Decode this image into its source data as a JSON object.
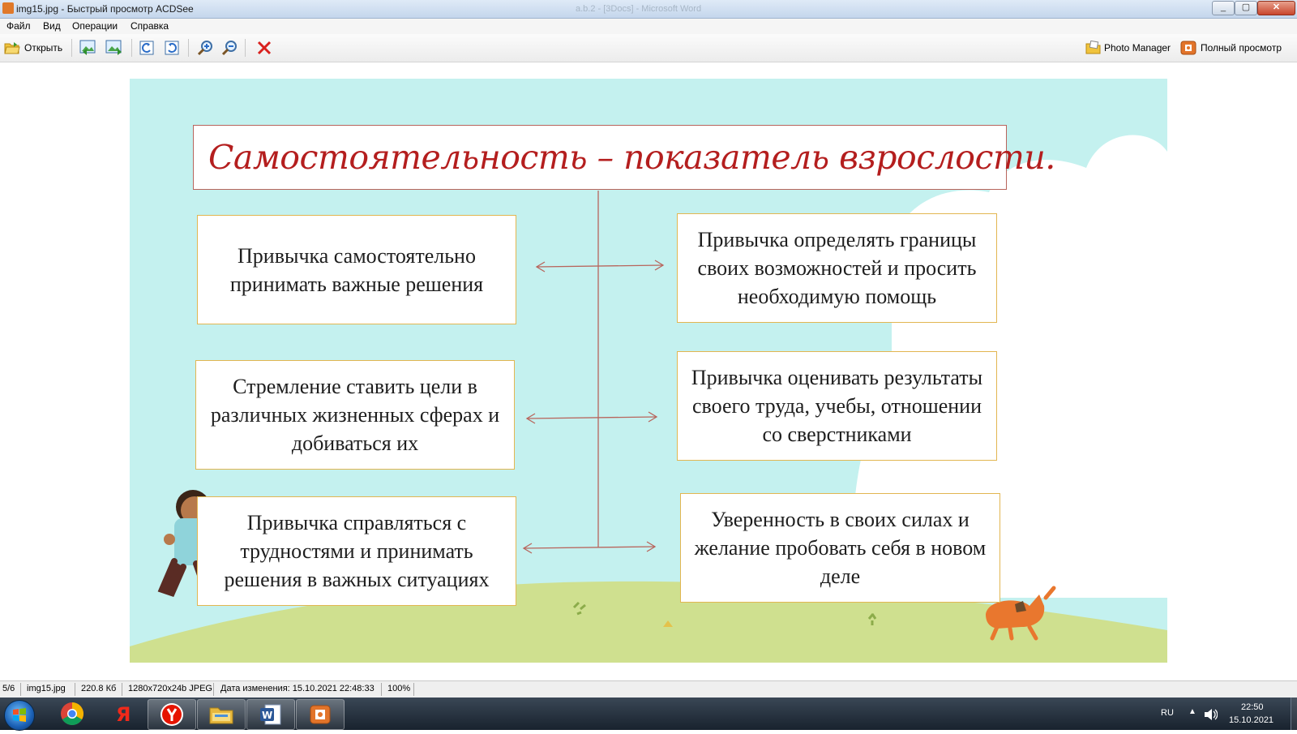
{
  "window": {
    "title": "img15.jpg - Быстрый просмотр ACDSee",
    "background_title": "a.b.2 - [3Docs] - Microsoft Word"
  },
  "menu": [
    "Файл",
    "Вид",
    "Операции",
    "Справка"
  ],
  "toolbar": {
    "open_label": "Открыть",
    "photo_manager_label": "Photo Manager",
    "full_view_label": "Полный просмотр",
    "icons": [
      "open-icon",
      "prev-image-icon",
      "next-image-icon",
      "rotate-left-icon",
      "rotate-right-icon",
      "zoom-in-icon",
      "zoom-out-icon",
      "delete-icon"
    ]
  },
  "slide": {
    "title": "Самостоятельность – показатель взрослости.",
    "cards": {
      "left_1": "Привычка самостоятельно принимать важные решения",
      "left_2": "Стремление ставить цели в различных жизненных сферах и добиваться их",
      "left_3": "Привычка справляться с трудностями и принимать решения в важных ситуациях",
      "right_1": "Привычка определять границы своих возможностей и просить необходимую помощь",
      "right_2": "Привычка оценивать результаты своего труда, учебы, отношении со сверстниками",
      "right_3": "Уверенность в своих силах и желание пробовать себя в новом деле"
    },
    "colors": {
      "sky": "#c4f1ef",
      "grass": "#cfe08f",
      "title_text": "#b41e1e",
      "card_border": "#e2b651",
      "connector": "#b8655c"
    }
  },
  "status": {
    "position": "5/6",
    "filename": "img15.jpg",
    "filesize": "220.8 Кб",
    "dimensions": "1280x720x24b JPEG",
    "modified": "Дата изменения: 15.10.2021 22:48:33",
    "zoom": "100%"
  },
  "taskbar": {
    "apps": [
      "chrome-icon",
      "yandex-browser-icon",
      "yandex-icon",
      "file-explorer-icon",
      "word-icon",
      "acdsee-icon"
    ],
    "language": "RU",
    "time": "22:50",
    "date": "15.10.2021"
  }
}
